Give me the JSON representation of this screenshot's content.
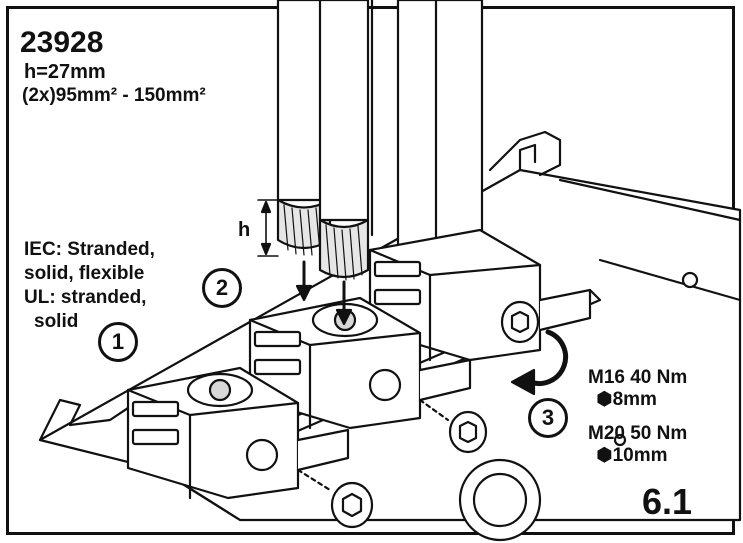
{
  "header": {
    "part_number": "23928",
    "height": "h=27mm",
    "cross_section": "(2x)95mm² - 150mm²"
  },
  "conductor_types": {
    "iec_line1": "IEC: Stranded,",
    "iec_line2": "solid, flexible",
    "ul_line1": "UL: stranded,",
    "ul_line2": "solid"
  },
  "steps": {
    "step1": "1",
    "step2": "2",
    "step3": "3"
  },
  "dimension_label": "h",
  "torque": {
    "m16": "M16 40 Nm",
    "m16_key": "8mm",
    "m20": "M20 50 Nm",
    "m20_key": "10mm",
    "hex_symbol": "⬢"
  },
  "figure_number": "6.1"
}
